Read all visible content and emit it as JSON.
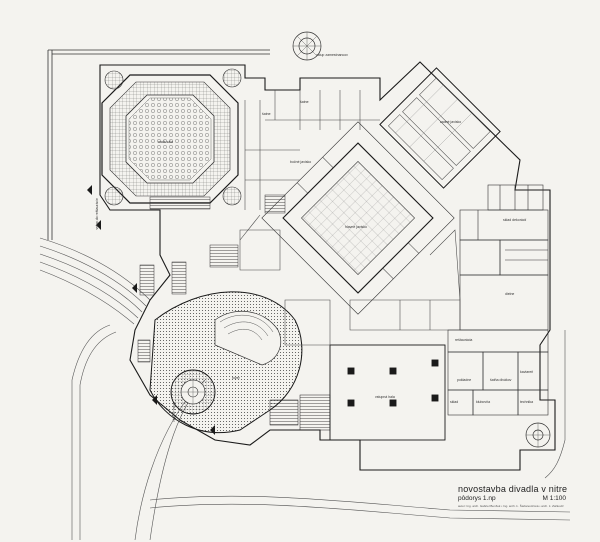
{
  "title_block": {
    "title": "novostavba divadla v nitre",
    "subtitle": "pôdorys 1.np",
    "scale": "M 1:100",
    "authors": "autor:  Ing. arch. Gabriel Benžek • Ing. arch. Ľ. Štefanovičová • arch. Ľ. Zaťkovič"
  },
  "room_labels": [
    {
      "text": "vstup zamestnancov"
    },
    {
      "text": "šatne"
    },
    {
      "text": "šatne"
    },
    {
      "text": "hlavné javisko"
    },
    {
      "text": "bočné javisko"
    },
    {
      "text": "zadné javisko"
    },
    {
      "text": "sklad dekorácií"
    },
    {
      "text": "dielne"
    },
    {
      "text": "malá sála"
    },
    {
      "text": "foyer"
    },
    {
      "text": "hlavný vstup"
    },
    {
      "text": "vstupná hala"
    },
    {
      "text": "pokladne"
    },
    {
      "text": "šatňa divákov"
    },
    {
      "text": "reštaurácia"
    },
    {
      "text": "kaviareň"
    },
    {
      "text": "klubovňa"
    },
    {
      "text": "sklad"
    },
    {
      "text": "technika"
    },
    {
      "text": "vstup do reštaurácie"
    }
  ],
  "colors": {
    "paper": "#f4f3ef",
    "ink": "#222222",
    "hatch": "#555555"
  }
}
